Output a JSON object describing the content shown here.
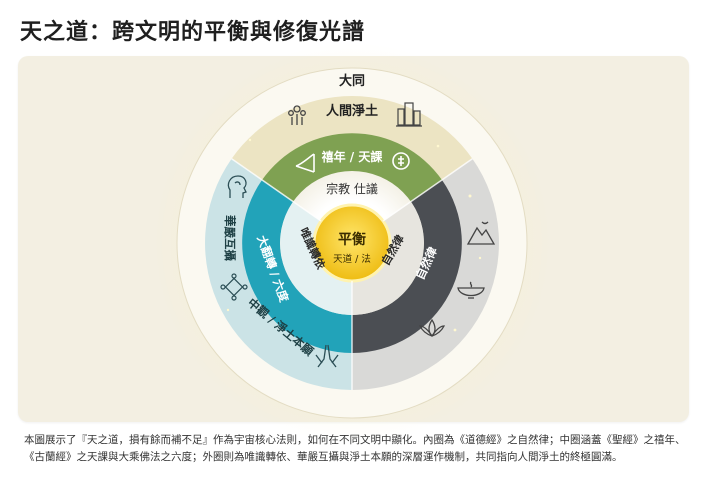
{
  "page": {
    "title": "天之道：跨文明的平衡與修復光譜",
    "caption": "本圖展示了『天之道，損有餘而補不足』作為宇宙核心法則，如何在不同文明中顯化。內圈為《道德經》之自然律；中圈涵蓋《聖經》之禧年、《古蘭經》之天課與大乘佛法之六度；外圈則為唯識轉依、華嚴互攝與淨土本願的深層運作機制，共同指向人間淨土的終極圓滿。"
  },
  "diagram": {
    "outer_label": "大同",
    "center": {
      "title": "平衡",
      "subtitle": "天道 / 法"
    },
    "inner_ring": {
      "top": "宗教 仕議",
      "left": "唯識轉依",
      "right": "自然律"
    },
    "middle_ring": {
      "top": "禧年 / 天課",
      "left": "大翻轉 / 六度",
      "right": "自然律"
    },
    "outer_ring": {
      "top": "人間淨土",
      "left": "華嚴互攝",
      "bottom_left": "中觀 / 淨土本願"
    },
    "colors": {
      "gold": "#f2c81e",
      "green": "#7ea050",
      "teal": "#23a4ba",
      "gray": "#4c4f54",
      "cream": "#ede6c8",
      "light_blue": "#cfe5e7",
      "light_gray": "#d6d6d4"
    },
    "icons": [
      "community-icon",
      "city-icon",
      "shofar-icon",
      "coin-icon",
      "mind-icon",
      "network-icon",
      "mountain-icon",
      "bowl-icon",
      "lotus-icon",
      "praying-hands-icon"
    ]
  }
}
